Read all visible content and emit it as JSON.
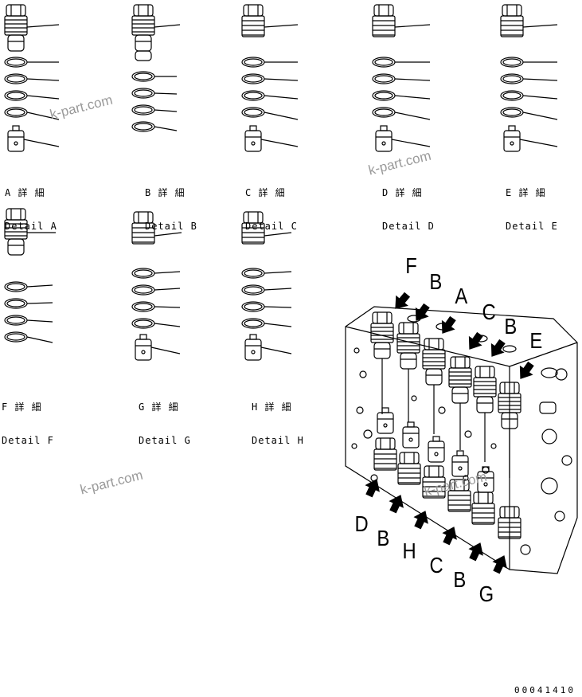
{
  "details": [
    {
      "jp": "A 詳 細",
      "en": "Detail A"
    },
    {
      "jp": "B 詳 細",
      "en": "Detail B"
    },
    {
      "jp": "C 詳 細",
      "en": "Detail C"
    },
    {
      "jp": "D 詳 細",
      "en": "Detail D"
    },
    {
      "jp": "E 詳 細",
      "en": "Detail E"
    },
    {
      "jp": "F 詳 細",
      "en": "Detail F"
    },
    {
      "jp": "G 詳 細",
      "en": "Detail G"
    },
    {
      "jp": "H 詳 細",
      "en": "Detail H"
    }
  ],
  "callouts": {
    "top": [
      "F",
      "B",
      "A",
      "C",
      "B",
      "E"
    ],
    "bottom": [
      "D",
      "B",
      "H",
      "C",
      "B",
      "G"
    ]
  },
  "watermark": "k-part.com",
  "drawing_code": "00041410"
}
